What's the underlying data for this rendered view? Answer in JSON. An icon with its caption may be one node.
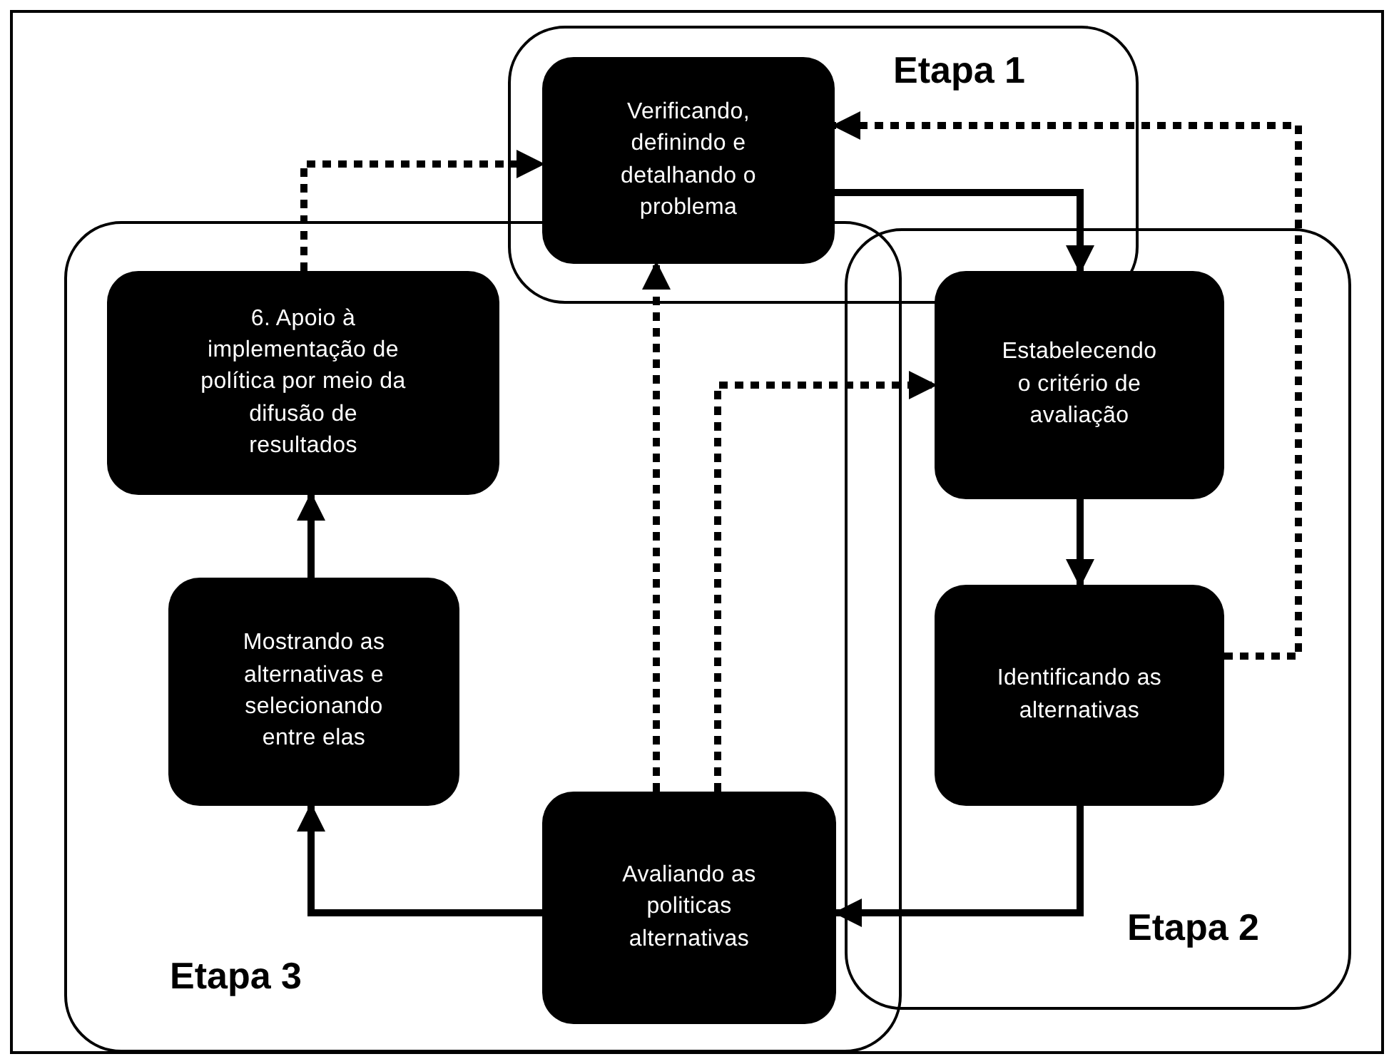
{
  "diagram": {
    "nodes": [
      {
        "text": [
          "Etapa 1"
        ]
      },
      {
        "text": [
          "Verificando, definindo e detalhando o problema"
        ],
        "in": 0
      },
      {
        "text": [
          "Etapa 3"
        ]
      },
      {
        "text": [
          "6. Apoio à implementação de política por meio da difusão de resultados"
        ],
        "in": 2
      },
      {
        "text": [
          "Etapa 2"
        ]
      },
      {
        "text": [
          "Estabelecendo o critério de avaliação"
        ],
        "in": 4
      },
      {
        "text": [
          "Mostrando as alternativas e selecionando entre elas"
        ],
        "in": 2
      },
      {
        "text": [
          "Identificando as alternativas"
        ],
        "in": 4
      },
      {
        "text": [
          "Avaliando as politicas alternativas"
        ],
        "in": 2
      }
    ],
    "edges": [
      {
        "from": 1,
        "to": 5,
        "arrow": "to"
      },
      {
        "from": 5,
        "to": 7,
        "arrow": "to"
      },
      {
        "from": 7,
        "to": 8,
        "arrow": "to"
      },
      {
        "from": 8,
        "to": 6,
        "arrow": "to"
      },
      {
        "from": 6,
        "to": 3,
        "arrow": "to"
      },
      {
        "from": 3,
        "to": 1,
        "arrow": "to",
        "style": "dashed"
      },
      {
        "from": 7,
        "to": 1,
        "arrow": "to",
        "style": "dashed"
      },
      {
        "from": 8,
        "to": 1,
        "arrow": "to",
        "style": "dashed"
      },
      {
        "from": 8,
        "to": 5,
        "arrow": "to",
        "style": "dashed"
      }
    ]
  }
}
